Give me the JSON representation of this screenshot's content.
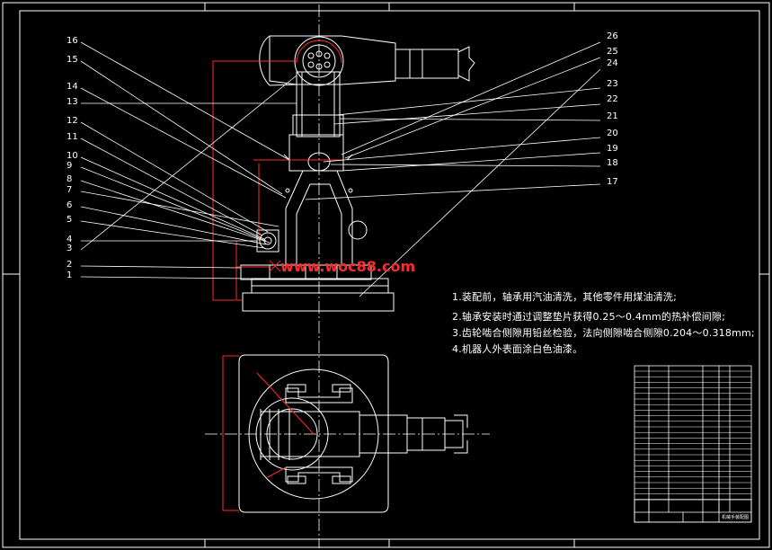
{
  "watermark": "www.woc88.com",
  "notes": [
    "1.装配前，轴承用汽油清洗，其他零件用煤油清洗;",
    "2.轴承安装时通过调整垫片获得0.25～0.4mm的热补偿间隙;",
    "3.齿轮啮合侧隙用铅丝检验，法向侧隙啮合侧隙0.204～0.318mm;",
    "4.机器人外表面涂白色油漆。"
  ],
  "left_labels": [
    "16",
    "15",
    "14",
    "13",
    "12",
    "11",
    "10",
    "9",
    "8",
    "7",
    "6",
    "5",
    "4",
    "3",
    "2",
    "1"
  ],
  "right_labels": [
    "26",
    "25",
    "24",
    "23",
    "22",
    "21",
    "20",
    "19",
    "18",
    "17"
  ],
  "title_block": {
    "name": "机械手装配图"
  },
  "colors": {
    "line": "#ffffff",
    "red": "#ff2a2a",
    "background": "#000000"
  }
}
